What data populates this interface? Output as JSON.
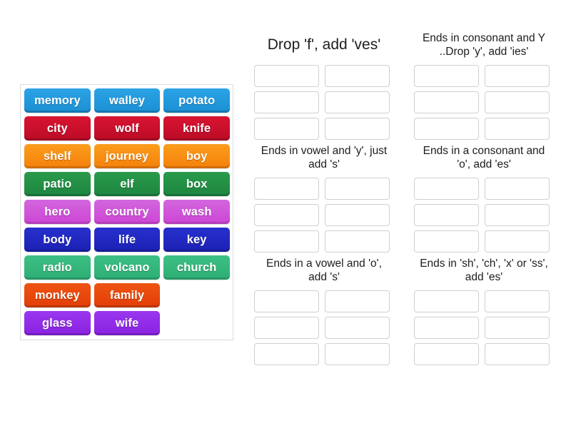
{
  "activity": {
    "type": "group-sort",
    "word_pool": {
      "rows": [
        [
          {
            "label": "memory",
            "color": "#2196d8",
            "theme": "c-blue"
          },
          {
            "label": "walley",
            "color": "#2196d8",
            "theme": "c-blue"
          },
          {
            "label": "potato",
            "color": "#2196d8",
            "theme": "c-blue"
          }
        ],
        [
          {
            "label": "city",
            "color": "#d01028",
            "theme": "c-red"
          },
          {
            "label": "wolf",
            "color": "#d01028",
            "theme": "c-red"
          },
          {
            "label": "knife",
            "color": "#d01028",
            "theme": "c-red"
          }
        ],
        [
          {
            "label": "shelf",
            "color": "#f58a12",
            "theme": "c-orange"
          },
          {
            "label": "journey",
            "color": "#f58a12",
            "theme": "c-orange"
          },
          {
            "label": "boy",
            "color": "#f58a12",
            "theme": "c-orange"
          }
        ],
        [
          {
            "label": "patio",
            "color": "#249145",
            "theme": "c-green"
          },
          {
            "label": "elf",
            "color": "#249145",
            "theme": "c-green"
          },
          {
            "label": "box",
            "color": "#249145",
            "theme": "c-green"
          }
        ],
        [
          {
            "label": "hero",
            "color": "#cf55d9",
            "theme": "c-magenta"
          },
          {
            "label": "country",
            "color": "#cf55d9",
            "theme": "c-magenta"
          },
          {
            "label": "wash",
            "color": "#cf55d9",
            "theme": "c-magenta"
          }
        ],
        [
          {
            "label": "body",
            "color": "#2229c0",
            "theme": "c-navy"
          },
          {
            "label": "life",
            "color": "#2229c0",
            "theme": "c-navy"
          },
          {
            "label": "key",
            "color": "#2229c0",
            "theme": "c-navy"
          }
        ],
        [
          {
            "label": "radio",
            "color": "#35b77c",
            "theme": "c-teal"
          },
          {
            "label": "volcano",
            "color": "#35b77c",
            "theme": "c-teal"
          },
          {
            "label": "church",
            "color": "#35b77c",
            "theme": "c-teal"
          }
        ],
        [
          {
            "label": "monkey",
            "color": "#e8490c",
            "theme": "c-tomato"
          },
          {
            "label": "family",
            "color": "#e8490c",
            "theme": "c-tomato"
          },
          {
            "label": "",
            "color": "",
            "theme": "empty"
          }
        ],
        [
          {
            "label": "glass",
            "color": "#922ce8",
            "theme": "c-violet"
          },
          {
            "label": "wife",
            "color": "#922ce8",
            "theme": "c-violet"
          },
          {
            "label": "",
            "color": "",
            "theme": "empty"
          }
        ]
      ]
    },
    "categories": [
      {
        "title": "Drop 'f', add 'ves'",
        "title_size": "large",
        "slots": [
          "",
          "",
          "",
          "",
          "",
          ""
        ]
      },
      {
        "title": "Ends in consonant and Y ..Drop 'y', add 'ies'",
        "title_size": "normal",
        "slots": [
          "",
          "",
          "",
          "",
          "",
          ""
        ]
      },
      {
        "title": "Ends in vowel and 'y', just add 's'",
        "title_size": "normal",
        "slots": [
          "",
          "",
          "",
          "",
          "",
          ""
        ]
      },
      {
        "title": "Ends in a consonant and 'o', add 'es'",
        "title_size": "normal",
        "slots": [
          "",
          "",
          "",
          "",
          "",
          ""
        ]
      },
      {
        "title": "Ends in a vowel and 'o', add 's'",
        "title_size": "normal",
        "slots": [
          "",
          "",
          "",
          "",
          "",
          ""
        ]
      },
      {
        "title": "Ends in 'sh', 'ch', 'x' or 'ss', add 'es'",
        "title_size": "normal",
        "slots": [
          "",
          "",
          "",
          "",
          "",
          ""
        ]
      }
    ]
  }
}
